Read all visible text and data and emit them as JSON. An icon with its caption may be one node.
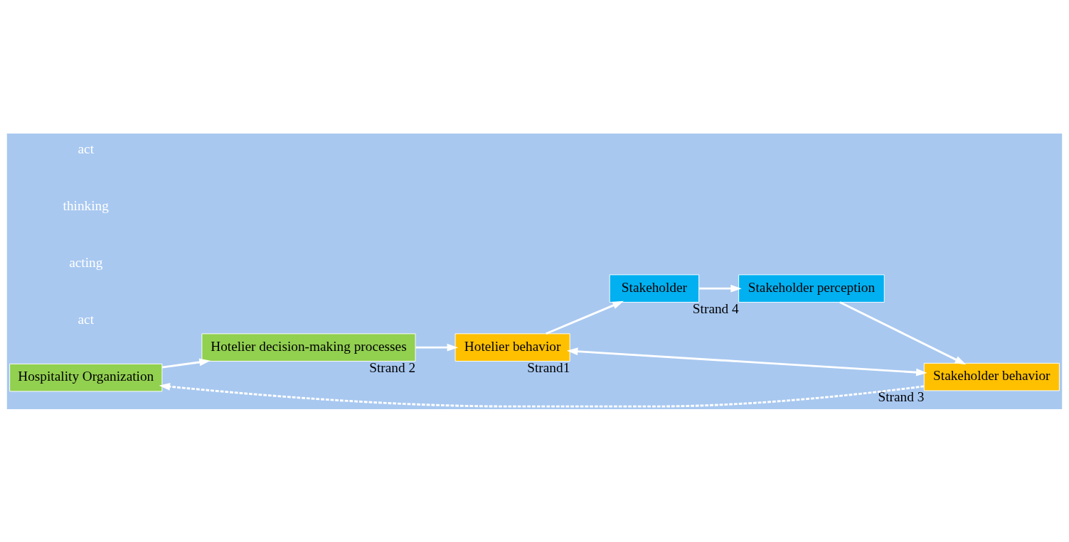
{
  "diagram": {
    "nodes": [
      {
        "text": [
          "Hospitality Organization"
        ]
      },
      {
        "text": [
          "Hotelier decision-making processes"
        ],
        "beside": [
          "Strand 2"
        ]
      },
      {
        "text": [
          "Hotelier behavior"
        ],
        "beside": [
          "Strand1"
        ]
      },
      {
        "text": [
          "Stakeholder"
        ]
      },
      {
        "text": [
          "Stakeholder perception"
        ],
        "beside": [
          "Strand 4"
        ]
      },
      {
        "text": [
          "Stakeholder behavior"
        ],
        "beside": [
          "Strand 3"
        ]
      }
    ],
    "edges": [
      {
        "from": 0,
        "to": 1,
        "arrow": "to"
      },
      {
        "from": 1,
        "to": 2,
        "arrow": "to"
      },
      {
        "from": 2,
        "to": 3,
        "arrow": "to"
      },
      {
        "from": 3,
        "to": 4,
        "arrow": "to"
      },
      {
        "from": 4,
        "to": 5,
        "arrow": "to"
      },
      {
        "from": 5,
        "to": 0,
        "arrow": "to",
        "style": "dashed"
      },
      {
        "from": 5,
        "to": 2,
        "arrow": "both"
      }
    ],
    "labels": [
      "act",
      "acting",
      "thinking",
      "act"
    ]
  }
}
